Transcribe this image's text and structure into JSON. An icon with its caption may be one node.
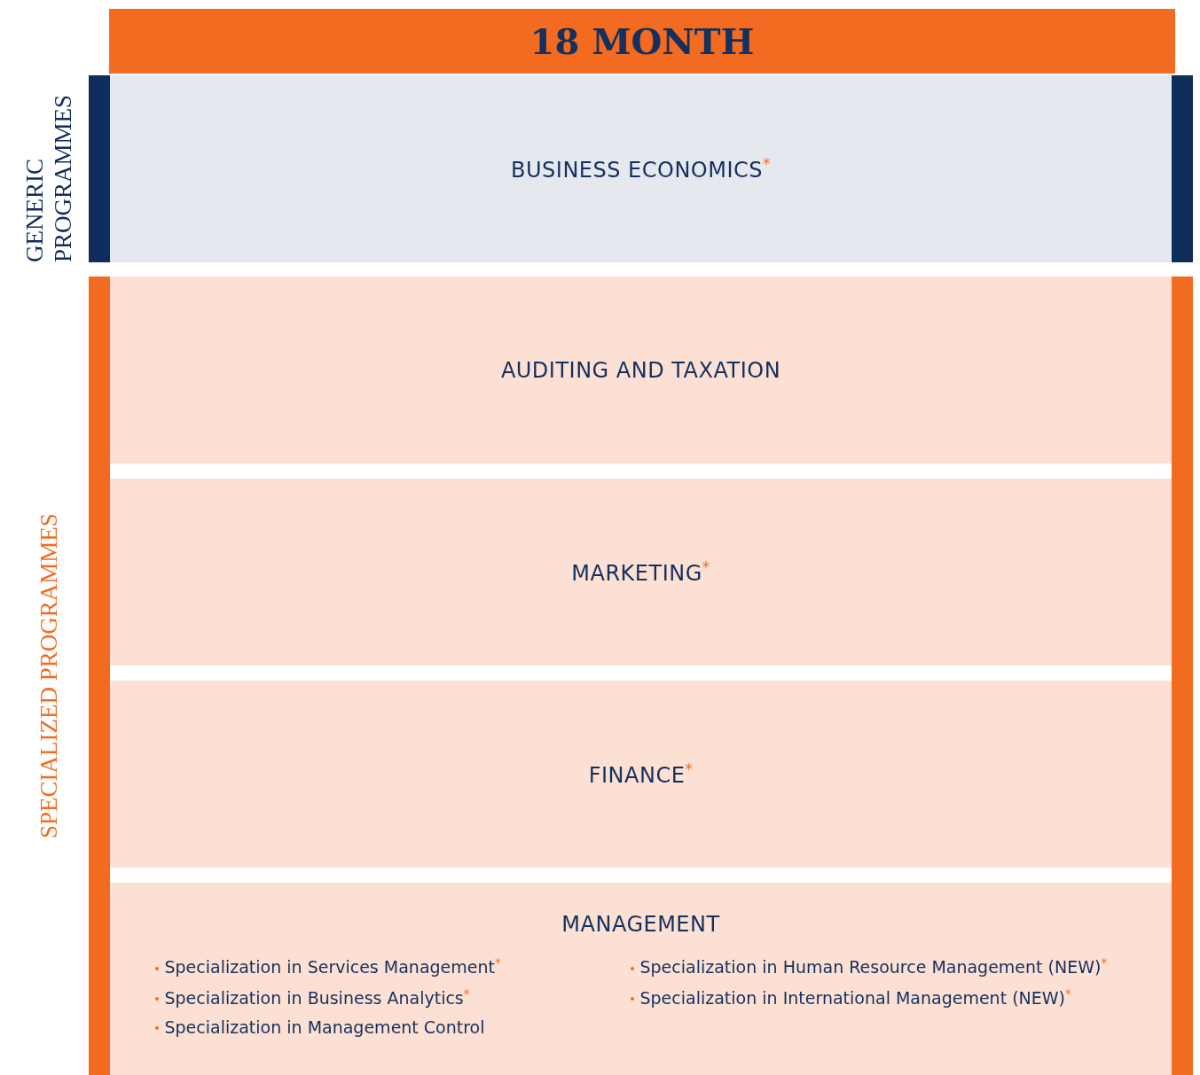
{
  "diagram": {
    "title": "18 MONTH",
    "nodes": [
      {
        "text": [
          "GENERIC PROGRAMMES"
        ]
      },
      {
        "text": [
          "BUSINESS ECONOMICS$^{*}$"
        ],
        "in": 0
      },
      {
        "text": [
          "SPECIALIZED PROGRAMMES"
        ]
      },
      {
        "text": [
          "AUDITING AND TAXATION"
        ],
        "in": 2
      },
      {
        "text": [
          "MARKETING$^{*}$"
        ],
        "in": 2
      },
      {
        "text": [
          "FINANCE$^{*}$"
        ],
        "in": 2
      },
      {
        "text": [
          "MANAGEMENT",
          "Specialization in Services Management$^{*}$",
          "Specialization in Business Analytics$^{*}$",
          "Specialization in Management Control",
          "Specialization in Human Resource Management (NEW)$^{*}$",
          "Specialization in International Management (NEW)$^{*}$"
        ],
        "in": 2
      }
    ]
  }
}
